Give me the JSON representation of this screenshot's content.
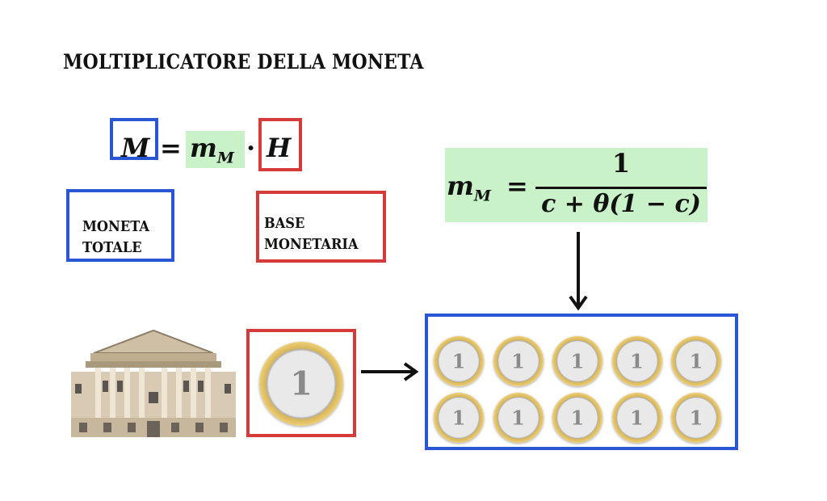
{
  "title": "MOLTIPLICATORE DELLA MONETA",
  "equation": {
    "lhs": "M",
    "equals": "=",
    "multiplier": "m",
    "multiplier_sub": "M",
    "dot": "·",
    "base": "H"
  },
  "labels": {
    "money_total": [
      "MONETA",
      "TOTALE"
    ],
    "monetary_base": [
      "BASE",
      "MONETARIA"
    ]
  },
  "multiplier_formula": {
    "lhs": "m",
    "lhs_sub": "M",
    "equals": "=",
    "numerator": "1",
    "denominator": "c + θ(1 − c)"
  },
  "coins": {
    "base_coin_value": "1",
    "multiplied_coin_values": [
      "1",
      "1",
      "1",
      "1",
      "1",
      "1",
      "1",
      "1",
      "1",
      "1"
    ]
  },
  "colors": {
    "money_total": "#2a56d6",
    "monetary_base": "#d63a3a",
    "multiplier_highlight": "#c9f2c9"
  }
}
